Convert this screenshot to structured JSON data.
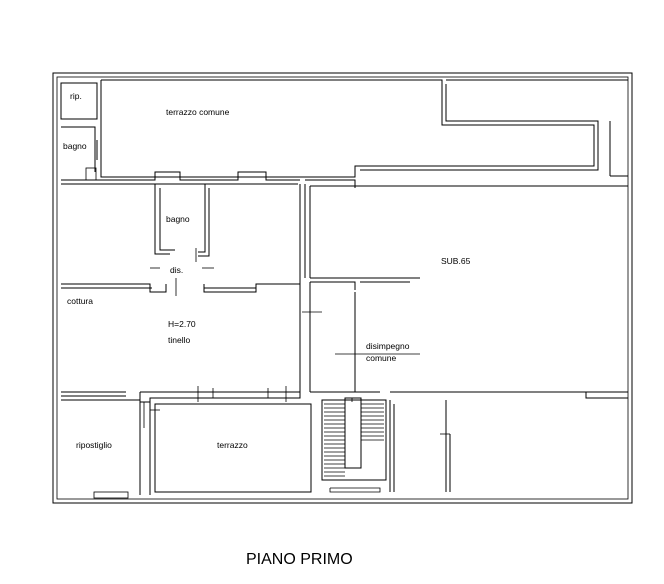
{
  "drawing": {
    "title": "PIANO PRIMO",
    "rooms": {
      "rip": "rip.",
      "terrazzo_comune": "terrazzo comune",
      "bagno_small": "bagno",
      "bagno": "bagno",
      "dis": "dis.",
      "sub": "SUB.65",
      "cottura": "cottura",
      "height": "H=2.70",
      "tinello": "tinello",
      "disimpegno": "disimpegno",
      "comune": "comune",
      "ripostiglio": "ripostiglio",
      "terrazzo": "terrazzo"
    }
  }
}
